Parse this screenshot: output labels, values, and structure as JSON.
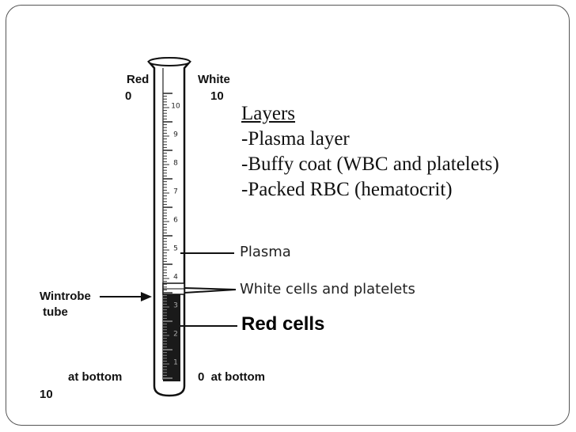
{
  "tube_labels": {
    "red": "Red",
    "red_zero": "0",
    "white": "White",
    "white_ten": "10",
    "bottom_left": "at bottom",
    "bottom_left_ten": "10",
    "bottom_right": "0  at bottom",
    "wintrobe_line1": "Wintrobe",
    "wintrobe_line2": " tube"
  },
  "layers": {
    "heading": "Layers",
    "items": [
      "-Plasma layer",
      "-Buffy coat (WBC and platelets)",
      "-Packed RBC (hematocrit)"
    ]
  },
  "callouts": {
    "plasma": "Plasma",
    "white_cells": "White cells and platelets",
    "red_cells": "Red cells"
  },
  "scale_numbers": [
    "10",
    "9",
    "8",
    "7",
    "6",
    "5",
    "4",
    "3",
    "2",
    "1"
  ],
  "colors": {
    "frame": "#555555",
    "ink": "#111111",
    "red_cell_fill": "#1a1a1a"
  }
}
